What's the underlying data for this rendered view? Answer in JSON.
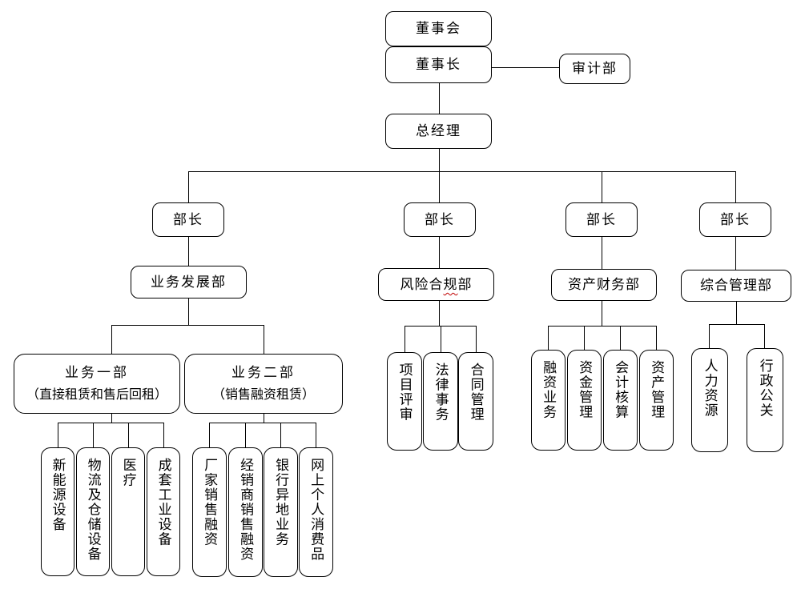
{
  "colors": {
    "line": "#000000",
    "box_border": "#000000",
    "box_fill": "#ffffff",
    "page_background": "#ffffff",
    "spellcheck_underline": "#c00000"
  },
  "org_chart": {
    "board": "董事会",
    "chairman": "董事长",
    "audit_department": "审计部",
    "general_manager": "总经理",
    "minister": "部长",
    "departments": {
      "business_development": "业务发展部",
      "risk_compliance": {
        "pre": "风险合",
        "misspelled": "规",
        "post": "部"
      },
      "asset_finance": "资产财务部",
      "general_management": "综合管理部"
    },
    "business_unit_1": {
      "title": "业务一部",
      "subtitle": "（直接租赁和售后回租）"
    },
    "business_unit_2": {
      "title": "业务二部",
      "subtitle": "（销售融资租赁）"
    },
    "business_unit_1_lines": [
      "新能源设备",
      "物流及仓储设备",
      "医疗",
      "成套工业设备"
    ],
    "business_unit_2_lines": [
      "厂家销售融资",
      "经销商销售融资",
      "银行异地业务",
      "网上个人消费品"
    ],
    "risk_compliance_teams": [
      "项目评审",
      "法律事务",
      "合同管理"
    ],
    "asset_finance_teams": [
      "融资业务",
      "资金管理",
      "会计核算",
      "资产管理"
    ],
    "general_management_teams": [
      "人力资源",
      "行政公关"
    ]
  }
}
